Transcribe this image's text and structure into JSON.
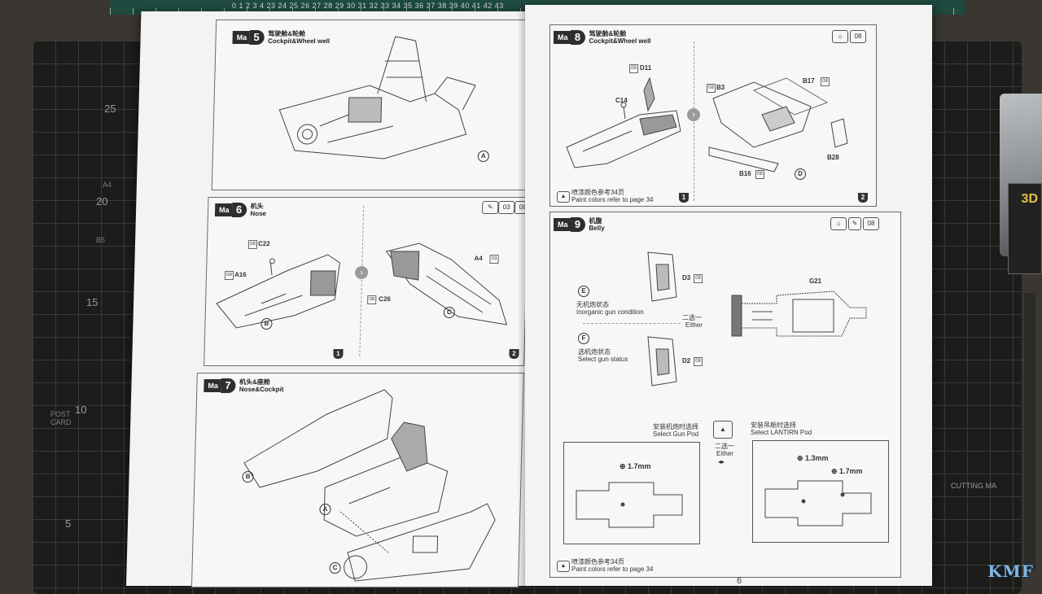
{
  "ruler": {
    "top_numbers": "0   1   2   3   4   23   24   25   26   27   28   29   30   31   32   33   34   35   36   37   38   39   40   41   42   43",
    "left_numbers": [
      "25",
      "20",
      "15",
      "10",
      "5"
    ],
    "left_marks": [
      "A4",
      "B5",
      "POST CARD"
    ],
    "right_text": "CUTTING MA"
  },
  "left_page": {
    "step5": {
      "badge": "Ma",
      "num": "5",
      "title_cn": "驾驶舱&轮舱",
      "title_en": "Cockpit&Wheel well",
      "callout": "A"
    },
    "step6": {
      "badge": "Ma",
      "num": "6",
      "title_cn": "机头",
      "title_en": "Nose",
      "icons": [
        "03",
        "08"
      ],
      "parts": [
        "C22",
        "A16",
        "A4",
        "C26"
      ],
      "cube_labels": [
        "08",
        "08",
        "08",
        "03"
      ],
      "callouts": [
        "B",
        "C"
      ],
      "flags": [
        "1",
        "2"
      ]
    },
    "step7": {
      "badge": "Ma",
      "num": "7",
      "title_cn": "机头&座舱",
      "title_en": "Nose&Cockpit",
      "callouts": [
        "B",
        "A",
        "C"
      ]
    }
  },
  "right_page": {
    "step8": {
      "badge": "Ma",
      "num": "8",
      "title_cn": "驾驶舱&轮舱",
      "title_en": "Cockpit&Wheel  well",
      "icons": [
        "08"
      ],
      "parts": [
        "D11",
        "C14",
        "B3",
        "B17",
        "B28",
        "B16"
      ],
      "cube_labels": [
        "08",
        "08",
        "08",
        "08"
      ],
      "callout": "D",
      "paint_cn": "喷漆颜色参考34页",
      "paint_en": "Paint colors refer to page 34",
      "flags": [
        "1",
        "2"
      ]
    },
    "step9": {
      "badge": "Ma",
      "num": "9",
      "title_cn": "机腹",
      "title_en": "Belly",
      "icons": [
        "08"
      ],
      "parts": [
        "D3",
        "G21",
        "D2"
      ],
      "cube_labels": [
        "08",
        "08"
      ],
      "option_e": {
        "letter": "E",
        "cn": "无机炮状态",
        "en": "Inorganic gun condition"
      },
      "option_f": {
        "letter": "F",
        "cn": "选机炮状态",
        "en": "Select gun status"
      },
      "either_cn": "二选一",
      "either_en": "Either",
      "gun_pod": {
        "cn": "安装机炮时选择",
        "en": "Select Gun Pod",
        "drill": "1.7mm"
      },
      "lantirn": {
        "cn": "安装吊舱时选择",
        "en": "Select LANTIRN Pod",
        "drill1": "1.3mm",
        "drill2": "1.7mm"
      },
      "paint_cn": "喷漆颜色参考34页",
      "paint_en": "Paint colors refer to page 34"
    },
    "page_number": "6"
  },
  "watermark": "KMF",
  "box_text": "3D",
  "colors": {
    "mat": "#1c1c1a",
    "paper": "#f2f3f3",
    "ink": "#2e2e2e",
    "mat_top": "#1f4a3f"
  }
}
